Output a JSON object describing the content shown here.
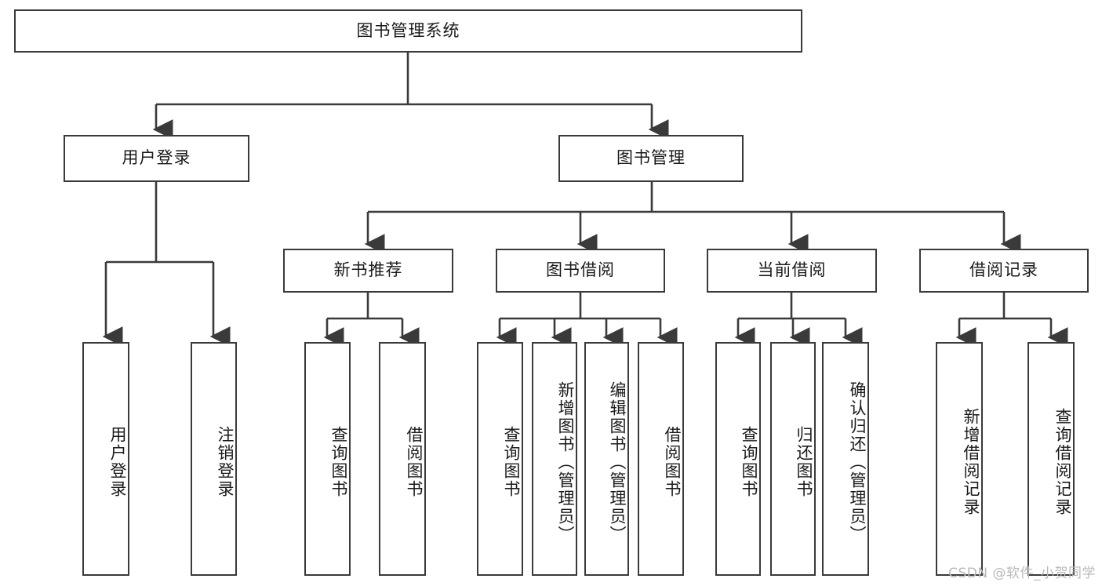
{
  "diagram": {
    "title": "图书管理系统",
    "watermark": "CSDN @软件_小贺同学",
    "accent_color": "#3a3a3a",
    "background_color": "#ffffff",
    "nodes": {
      "root": "图书管理系统",
      "user_login": "用户登录",
      "book_manage": "图书管理",
      "new_book_rec": "新书推荐",
      "book_borrow": "图书借阅",
      "current_borrow": "当前借阅",
      "borrow_record": "借阅记录",
      "leaf_user_login": "用户登录",
      "leaf_logout_login": "注销登录",
      "leaf_query_book_1": "查询图书",
      "leaf_borrow_book_1": "借阅图书",
      "leaf_query_book_2": "查询图书",
      "leaf_add_book_admin": "新增图书（管理员）",
      "leaf_edit_book_admin": "编辑图书（管理员）",
      "leaf_borrow_book_2": "借阅图书",
      "leaf_query_book_3": "查询图书",
      "leaf_return_book": "归还图书",
      "leaf_confirm_return_admin": "确认归还（管理员）",
      "leaf_add_borrow_record": "新增借阅记录",
      "leaf_query_borrow_record": "查询借阅记录"
    }
  }
}
